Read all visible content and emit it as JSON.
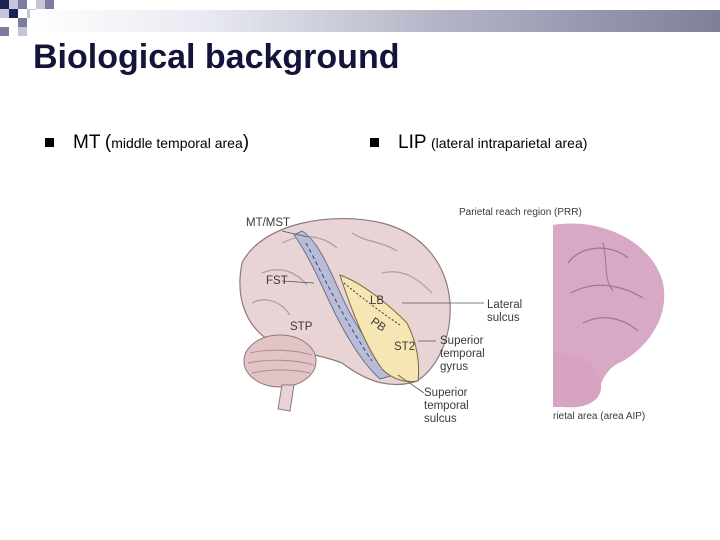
{
  "slide": {
    "title": "Biological background",
    "bullets": [
      {
        "abbr": "MT",
        "open": "(",
        "desc": "middle temporal area",
        "close": ")"
      },
      {
        "abbr": "LIP",
        "desc": "(lateral intraparietal area)"
      }
    ]
  },
  "figure_left": {
    "labels": {
      "mt_mst": "MT/MST",
      "fst": "FST",
      "stp": "STP",
      "lb": "LB",
      "pb": "PB",
      "st2": "ST2",
      "lateral_sulcus": "Lateral\nsulcus",
      "superior_temporal_gyrus": "Superior\ntemporal\ngyrus",
      "superior_temporal_sulcus": "Superior\ntemporal\nsulcus"
    }
  },
  "figure_right": {
    "labels": {
      "top": "Parietal reach region (PRR)",
      "bottom": "rietal area (area AIP)"
    }
  },
  "colors": {
    "title": "#14143a",
    "brain_tissue": "#e8d4d4",
    "sulcus_band": "#b9bcd6",
    "auditory_region": "#f5e6b4",
    "cerebellum": "#e2c4c6",
    "pink_brain": "#d8a8c6",
    "checker_dark": "#1e2156",
    "checker_mid": "#7a7ca0",
    "checker_light": "#c4c6d8"
  }
}
